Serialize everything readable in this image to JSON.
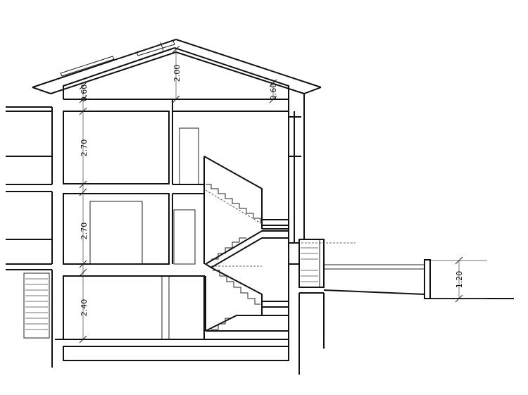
{
  "dimensions": {
    "roof_height": "2.00",
    "eave_left": "0.60",
    "eave_right": "0.60",
    "floor_top": "2.70",
    "floor_middle": "2.70",
    "floor_ground": "2.40",
    "garden_wall": "1.20"
  }
}
